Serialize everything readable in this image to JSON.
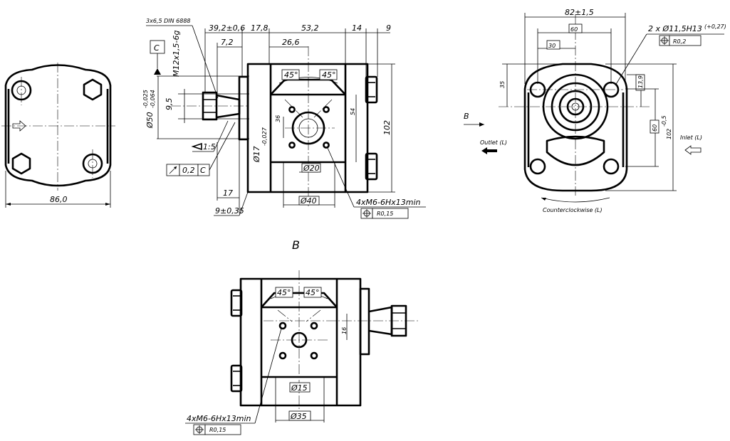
{
  "front": {
    "width": "86,0",
    "port_center": "36",
    "port_diameter": "Ø17",
    "port_diameter_tol": "-0,027",
    "bolt_pattern": "4xM6-6Hx13min",
    "bolt_pattern_tol": "R0,15",
    "angle_left": "45°",
    "angle_right": "45°",
    "pilot": "Ø20",
    "body_dia": "Ø40",
    "height_54": "54",
    "height_102": "102"
  },
  "side": {
    "thread_note": "3x6,5 DIN 6888",
    "dim_392": "39,2±0,6",
    "dim_178": "17,8",
    "dim_532": "53,2",
    "dim_14": "14",
    "dim_9": "9",
    "dim_72": "7,2",
    "dim_266": "26,6",
    "datum": "C",
    "shaft_thread": "M12x1,5-6g",
    "dim_95": "9,5",
    "shaft_dia": "Ø50",
    "shaft_tol_upper": "-0,025",
    "shaft_tol_lower": "-0,064",
    "taper": "1:5",
    "runout_value": "0,2",
    "runout_datum": "C",
    "dim_17": "17",
    "dim_9_tol": "9±0,35"
  },
  "rear": {
    "width": "82±1,5",
    "dim_60_top": "60",
    "dim_30": "30",
    "holes": "2 x Ø11,5H13",
    "holes_tol": "(+0,27)",
    "holes_pos": "R0,2",
    "dim_35": "35",
    "dim_139": "13,9",
    "dim_60_side": "60",
    "dim_102": "102",
    "dim_102_tol": "-0,5",
    "view_label": "B",
    "outlet": "Outlet (L)",
    "inlet": "Inlet (L)",
    "rotation": "Counterclockwise (L)"
  },
  "viewB": {
    "title": "B",
    "angle_left": "45°",
    "angle_right": "45°",
    "port_center": "16",
    "pilot": "Ø15",
    "body_dia": "Ø35",
    "bolt_pattern": "4xM6-6Hx13min",
    "bolt_pattern_tol": "R0,15"
  }
}
